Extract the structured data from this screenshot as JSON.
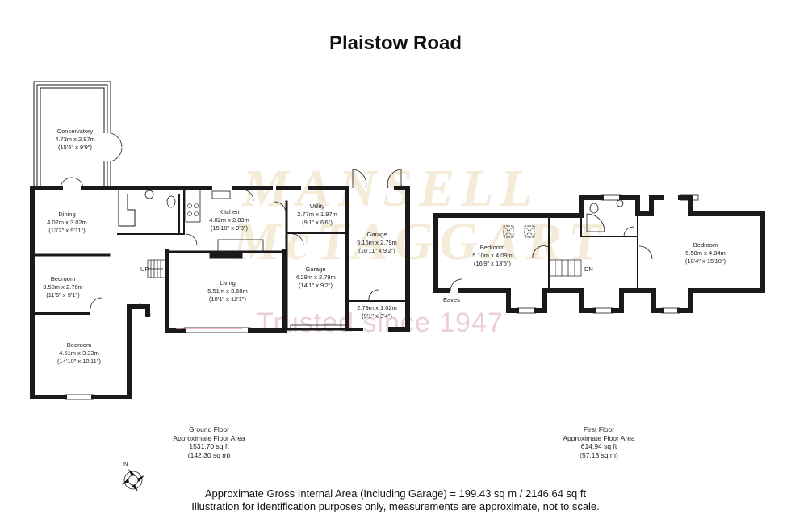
{
  "title": "Plaistow Road",
  "watermark": {
    "line1": "MANSELL",
    "line2": "McTAGGART",
    "tagline": "Trusted since 1947"
  },
  "ground_floor": {
    "rooms": [
      {
        "name": "Conservatory",
        "metric": "4.73m x 2.97m",
        "imperial": "(15'6\" x 9'9\")"
      },
      {
        "name": "Dining",
        "metric": "4.02m x 3.02m",
        "imperial": "(13'2\" x 9'11\")"
      },
      {
        "name": "Bedroom",
        "metric": "3.50m x 2.76m",
        "imperial": "(11'6\" x 9'1\")"
      },
      {
        "name": "Bedroom",
        "metric": "4.51m x 3.33m",
        "imperial": "(14'10\" x 10'11\")"
      },
      {
        "name": "Kitchen",
        "metric": "4.82m x 2.83m",
        "imperial": "(15'10\" x 9'3\")"
      },
      {
        "name": "Living",
        "metric": "5.51m x 3.68m",
        "imperial": "(18'1\" x 12'1\")"
      },
      {
        "name": "Utility",
        "metric": "2.77m x 1.97m",
        "imperial": "(9'1\" x 6'6\")"
      },
      {
        "name": "Garage",
        "metric": "4.29m x 2.79m",
        "imperial": "(14'1\" x 9'2\")"
      },
      {
        "name": "Garage",
        "metric": "5.15m x 2.79m",
        "imperial": "(16'11\" x 9'2\")"
      },
      {
        "name": "",
        "metric": "2.79m x 1.02m",
        "imperial": "(9'1\" x 3'4\")"
      }
    ],
    "stairs_label": "UP",
    "summary": {
      "floor": "Ground Floor",
      "caption": "Approximate Floor Area",
      "sqft": "1531.70 sq ft",
      "sqm": "(142.30 sq m)"
    }
  },
  "first_floor": {
    "rooms": [
      {
        "name": "Bedroom",
        "metric": "5.10m x 4.09m",
        "imperial": "(16'9\" x 13'5\")"
      },
      {
        "name": "Bedroom",
        "metric": "5.58m x 4.84m",
        "imperial": "(18'4\" x 15'10\")"
      }
    ],
    "stairs_label": "DN",
    "eaves_label": "Eaves",
    "summary": {
      "floor": "First Floor",
      "caption": "Approximate Floor Area",
      "sqft": "614.94 sq ft",
      "sqm": "(57.13 sq m)"
    }
  },
  "compass": {
    "north_label": "N"
  },
  "footer": {
    "gross_area": "Approximate Gross Internal Area (Including Garage) = 199.43 sq m / 2146.64 sq ft",
    "disclaimer": "Illustration for identification purposes only, measurements are approximate, not to scale."
  },
  "colors": {
    "wall": "#1a1a1a",
    "watermark_gold": "#d7b978",
    "watermark_pink": "#d296a0"
  }
}
